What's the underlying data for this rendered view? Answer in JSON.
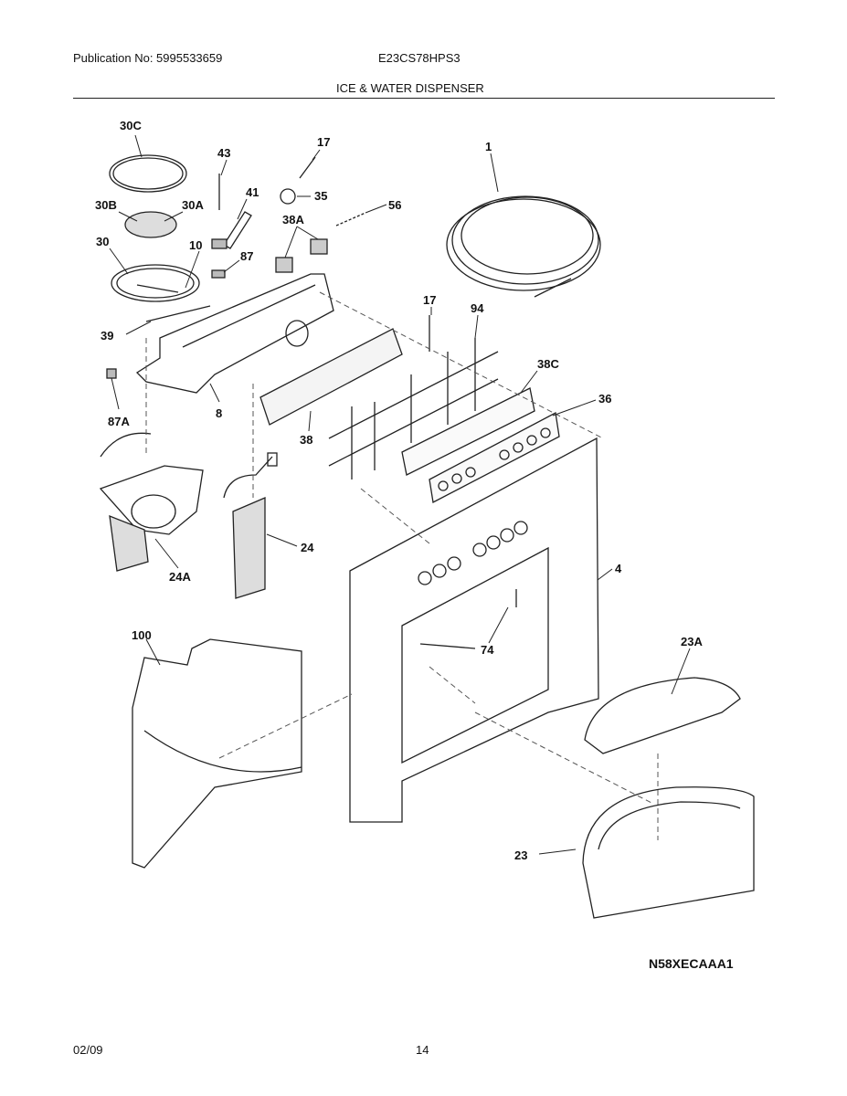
{
  "header": {
    "publication": "Publication No: 5995533659",
    "model": "E23CS78HPS3",
    "section_title": "ICE & WATER DISPENSER"
  },
  "diagram": {
    "callouts": {
      "p30C": "30C",
      "p30B": "30B",
      "p30A": "30A",
      "p30": "30",
      "p10": "10",
      "p39": "39",
      "p43": "43",
      "p41": "41",
      "p87": "87",
      "p17a": "17",
      "p35": "35",
      "p38A": "38A",
      "p56": "56",
      "p1": "1",
      "p17b": "17",
      "p94": "94",
      "p38C": "38C",
      "p36": "36",
      "p8": "8",
      "p87A": "87A",
      "p38": "38",
      "p24A": "24A",
      "p24": "24",
      "p4": "4",
      "p74": "74",
      "p100": "100",
      "p23A": "23A",
      "p23": "23"
    },
    "drawing_code": "N58XECAAA1"
  },
  "footer": {
    "date": "02/09",
    "page": "14"
  }
}
